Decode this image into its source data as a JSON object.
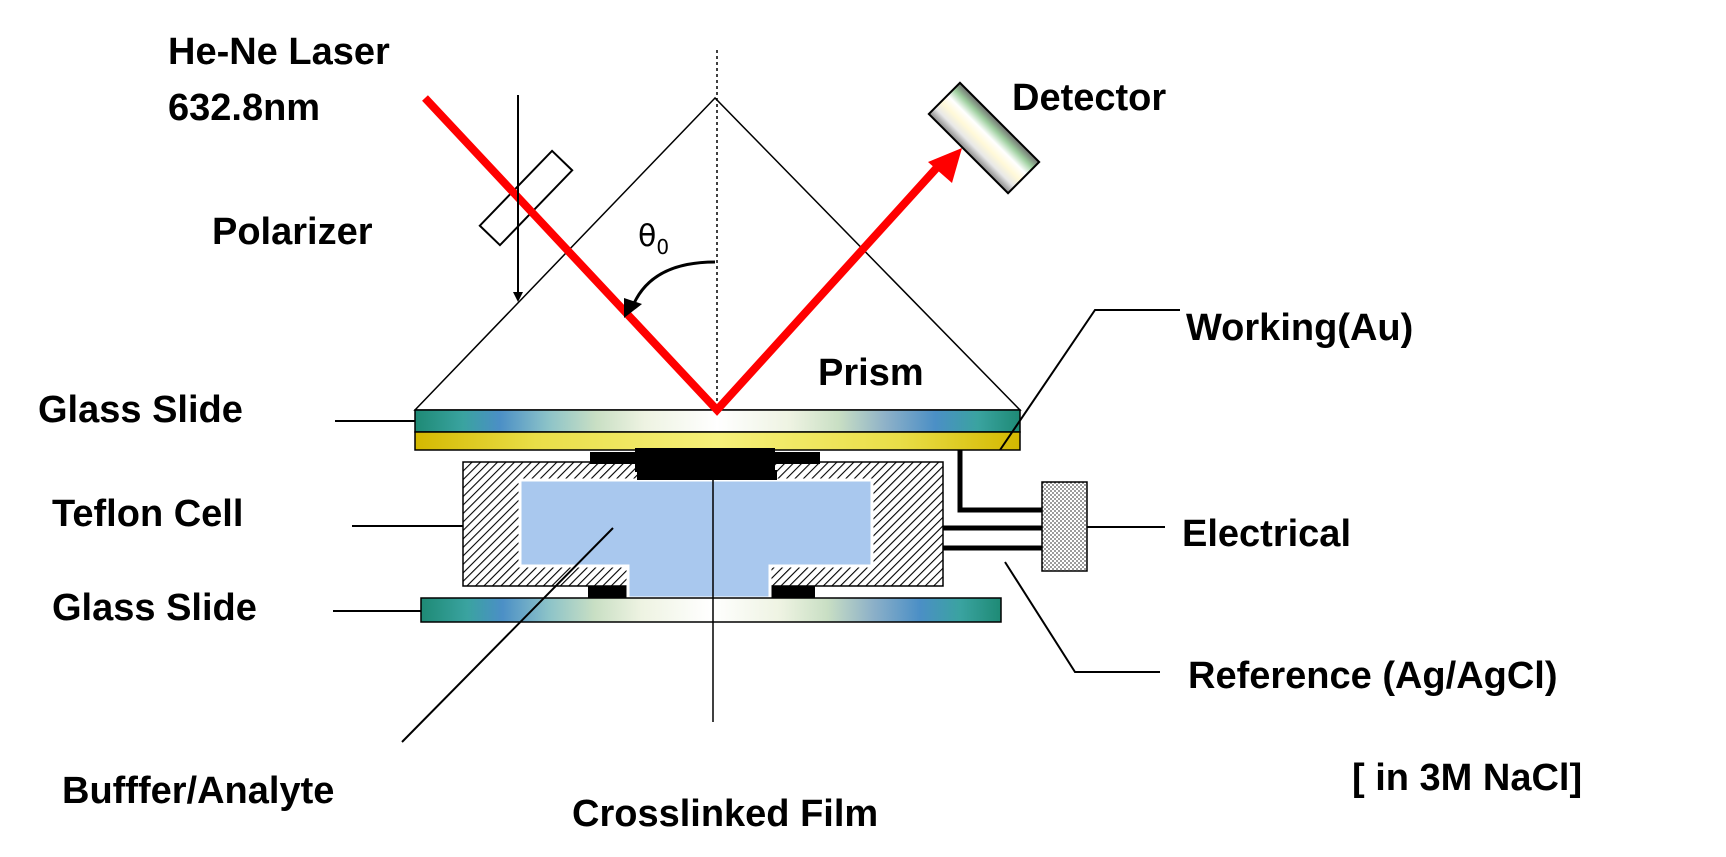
{
  "labels": {
    "laser_line1": "He-Ne Laser",
    "laser_line2": "632.8nm",
    "detector": "Detector",
    "polarizer": "Polarizer",
    "theta_symbol": "θ",
    "theta_subscript": "0",
    "working": "Working(Au)",
    "prism": "Prism",
    "glass_slide_top": "Glass Slide",
    "teflon_cell": "Teflon Cell",
    "electrical": "Electrical",
    "glass_slide_bottom": "Glass Slide",
    "reference": "Reference (Ag/AgCl)",
    "buffer_analyte": "Bufffer/Analyte",
    "nacl_note": "[ in 3M NaCl]",
    "crosslinked_film": "Crosslinked Film"
  },
  "colors": {
    "laser_beam": "#ff0000",
    "gold_layer": "#f2e83a",
    "buffer_fill": "#a9c8ee",
    "film": "#000000",
    "outline": "#000000"
  }
}
